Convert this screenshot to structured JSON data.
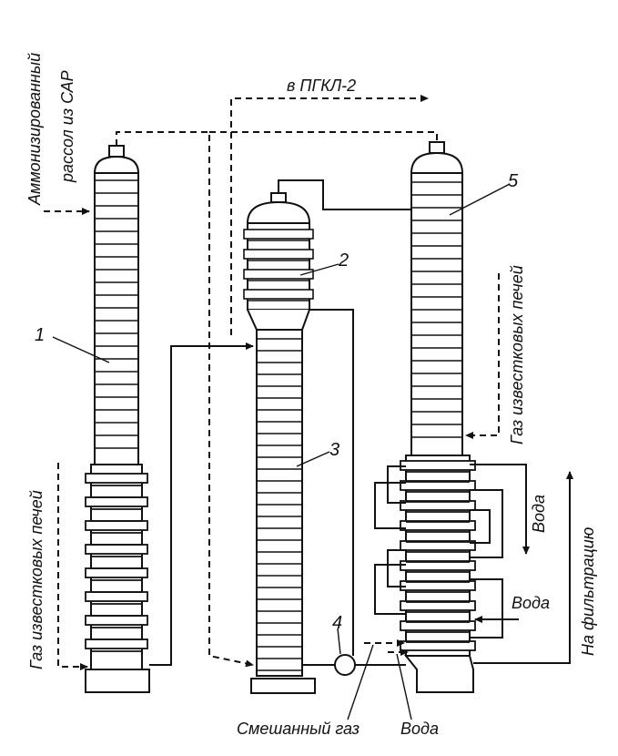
{
  "labels": {
    "ammoniated_brine_line1": "Аммонизированный",
    "ammoniated_brine_line2": "рассол из САР",
    "to_pgkl": "в ПГКЛ-2",
    "lime_kiln_gas_left": "Газ известковых печей",
    "lime_kiln_gas_right": "Газ известковых печей",
    "water_upper": "Вода",
    "water_lower": "Вода",
    "to_filtration": "На фильтрацию",
    "mixed_gas": "Смешанный газ",
    "water_bottom": "Вода"
  },
  "callouts": {
    "n1": "1",
    "n2": "2",
    "n3": "3",
    "n4": "4",
    "n5": "5"
  },
  "colors": {
    "ink": "#111111",
    "background": "#ffffff"
  }
}
